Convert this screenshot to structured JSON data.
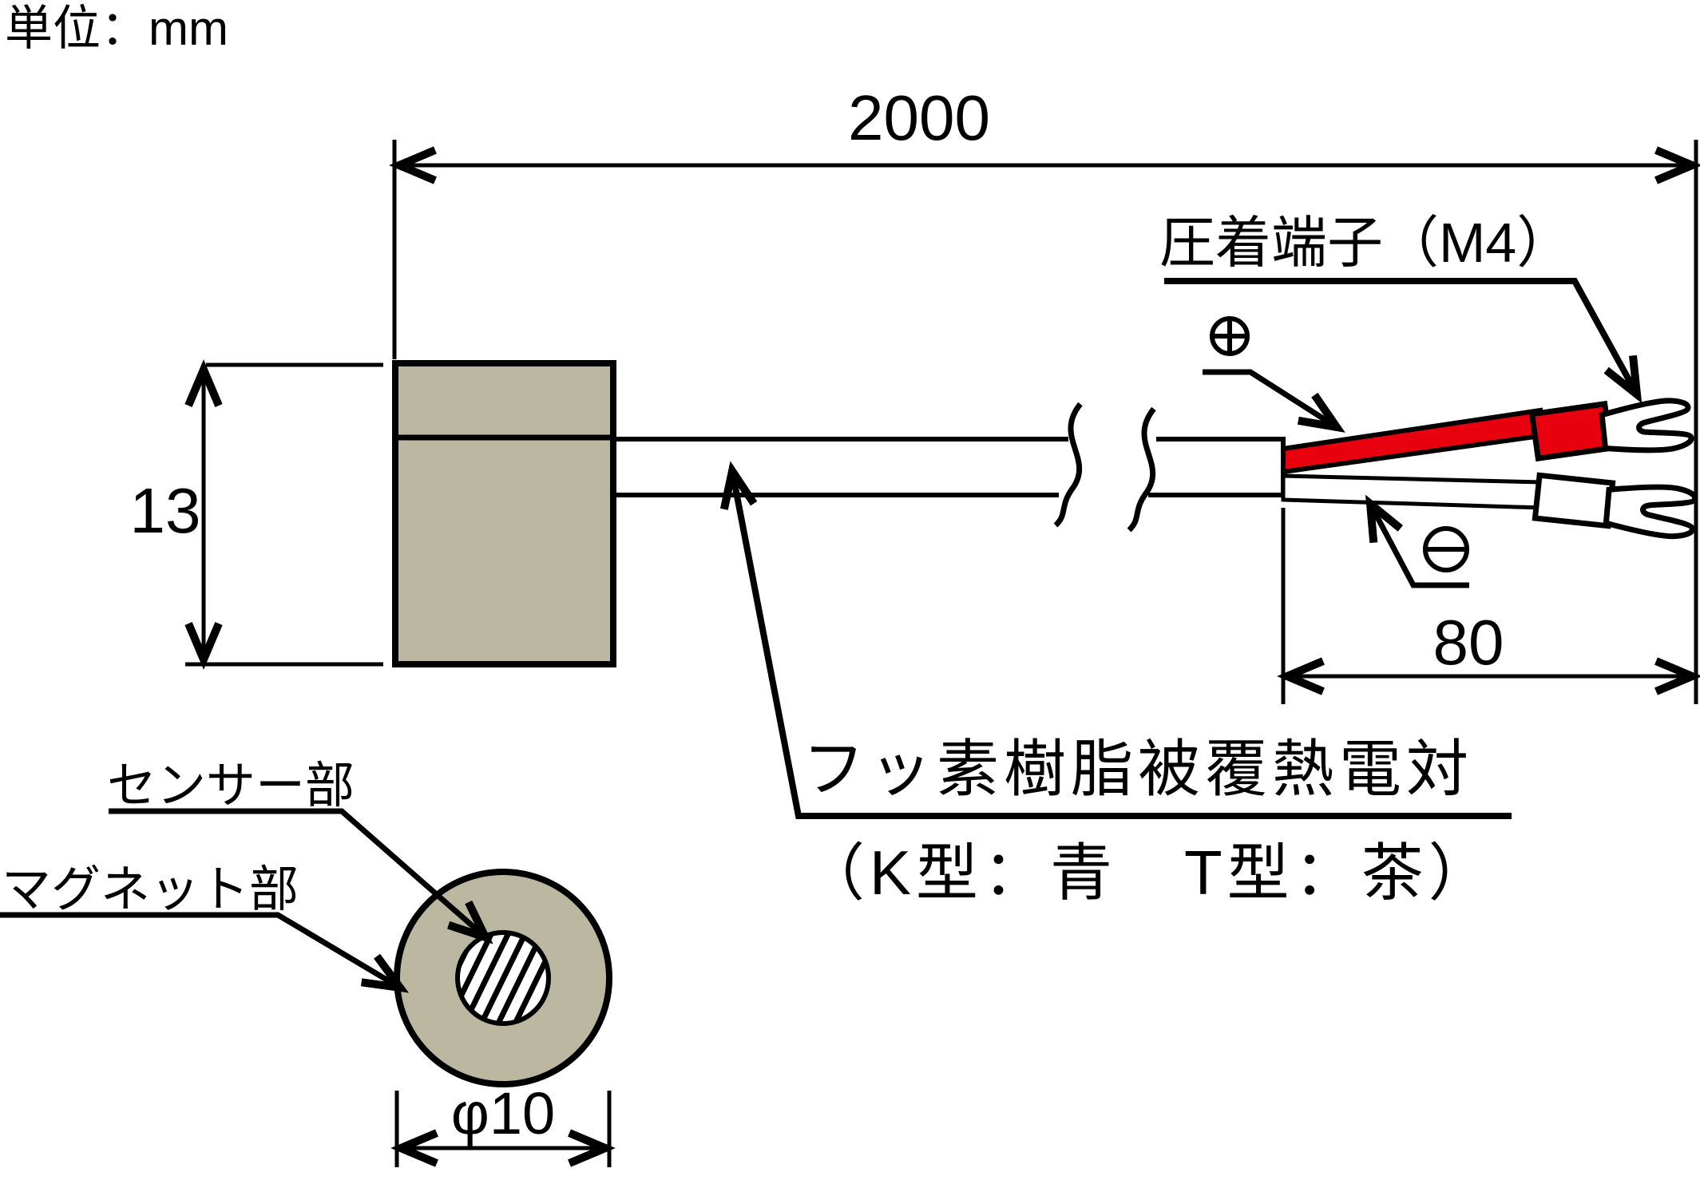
{
  "diagram": {
    "unit_label": "単位：mm",
    "colors": {
      "body_fill": "#bbb7a1",
      "positive_red": "#e8000f",
      "line": "#000000",
      "background": "#ffffff"
    },
    "dimensions": {
      "overall_length": "2000",
      "sensor_height": "13",
      "lead_length": "80",
      "sensor_diameter": "φ10"
    },
    "labels": {
      "crimp_terminal": "圧着端子（M4）",
      "thermocouple_line1": "フッ素樹脂被覆熱電対",
      "thermocouple_line2": "（K型：青　T型：茶）",
      "sensor_part": "センサー部",
      "magnet_part": "マグネット部"
    },
    "icons": {
      "positive": "circled-plus",
      "negative": "circled-minus"
    }
  }
}
